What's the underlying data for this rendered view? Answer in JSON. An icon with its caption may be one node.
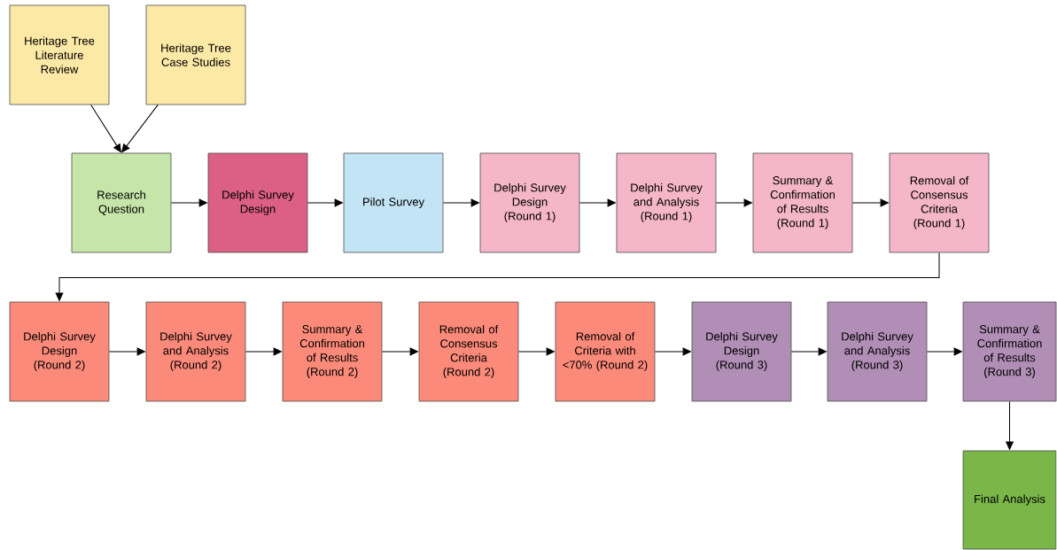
{
  "diagram": {
    "nodes": [
      {
        "text": [
          "Heritage Tree Literature Review"
        ]
      },
      {
        "text": [
          "Heritage Tree Case Studies"
        ]
      },
      {
        "text": [
          "Research Question"
        ]
      },
      {
        "text": [
          "Delphi Survey Design"
        ]
      },
      {
        "text": [
          "Pilot Survey"
        ]
      },
      {
        "text": [
          "Delphi Survey Design (Round 1)"
        ]
      },
      {
        "text": [
          "Delphi Survey and Analysis (Round 1)"
        ]
      },
      {
        "text": [
          "Summary & Confirmation of Results (Round 1)"
        ]
      },
      {
        "text": [
          "Removal of Consensus Criteria (Round 1)"
        ]
      },
      {
        "text": [
          "Delphi Survey Design (Round 2)"
        ]
      },
      {
        "text": [
          "Delphi Survey and Analysis (Round 2)"
        ]
      },
      {
        "text": [
          "Summary & Confirmation of Results (Round 2)"
        ]
      },
      {
        "text": [
          "Removal of Consensus Criteria (Round 2)"
        ]
      },
      {
        "text": [
          "Removal of Criteria with <70% (Round 2)"
        ]
      },
      {
        "text": [
          "Delphi Survey Design (Round 3)"
        ]
      },
      {
        "text": [
          "Delphi Survey and Analysis (Round 3)"
        ]
      },
      {
        "text": [
          "Summary & Confirmation of Results (Round 3)"
        ]
      },
      {
        "text": [
          "Final Analysis"
        ]
      }
    ],
    "edges": [
      {
        "from": 0,
        "to": 2,
        "arrow": "to"
      },
      {
        "from": 1,
        "to": 2,
        "arrow": "to"
      },
      {
        "from": 2,
        "to": 3,
        "arrow": "to"
      },
      {
        "from": 3,
        "to": 4,
        "arrow": "to"
      },
      {
        "from": 4,
        "to": 5,
        "arrow": "to"
      },
      {
        "from": 5,
        "to": 6,
        "arrow": "to"
      },
      {
        "from": 6,
        "to": 7,
        "arrow": "to"
      },
      {
        "from": 7,
        "to": 8,
        "arrow": "to"
      },
      {
        "from": 8,
        "to": 9,
        "arrow": "to"
      },
      {
        "from": 9,
        "to": 10,
        "arrow": "to"
      },
      {
        "from": 10,
        "to": 11,
        "arrow": "to"
      },
      {
        "from": 11,
        "to": 12,
        "arrow": "to"
      },
      {
        "from": 12,
        "to": 13,
        "arrow": "to"
      },
      {
        "from": 13,
        "to": 14,
        "arrow": "to"
      },
      {
        "from": 14,
        "to": 15,
        "arrow": "to"
      },
      {
        "from": 15,
        "to": 16,
        "arrow": "to"
      },
      {
        "from": 16,
        "to": 17,
        "arrow": "to"
      }
    ]
  }
}
